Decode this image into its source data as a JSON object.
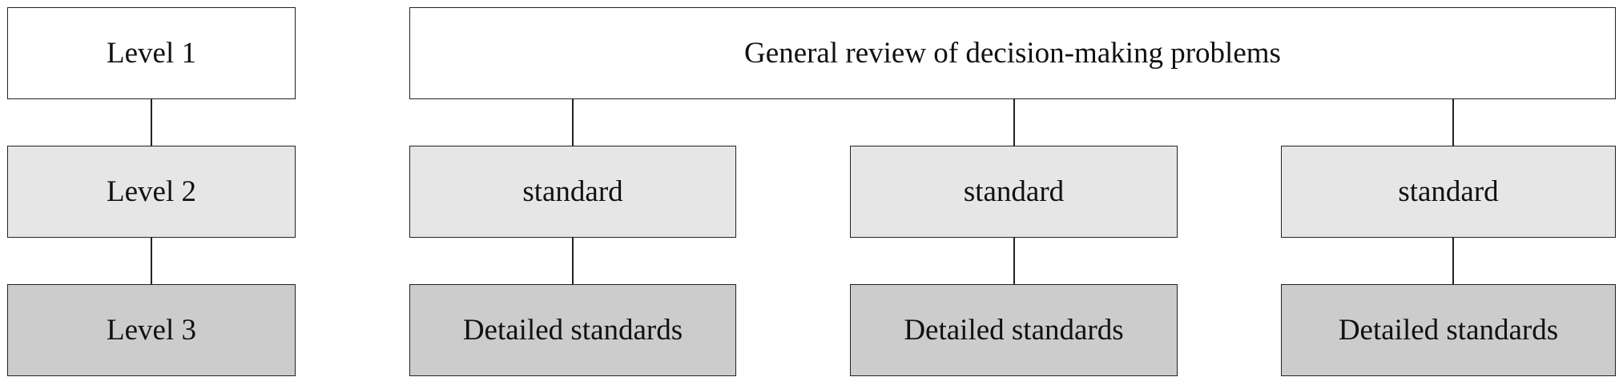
{
  "levels": {
    "level1": "Level 1",
    "level2": "Level 2",
    "level3": "Level 3"
  },
  "goal": "General review of decision-making problems",
  "criteria": [
    {
      "label": "standard",
      "sub_label": "Detailed standards"
    },
    {
      "label": "standard",
      "sub_label": "Detailed standards"
    },
    {
      "label": "standard",
      "sub_label": "Detailed standards"
    }
  ],
  "colors": {
    "level1_fill": "#ffffff",
    "level2_fill": "#e6e6e6",
    "level3_fill": "#cccccc",
    "border": "#222222"
  }
}
